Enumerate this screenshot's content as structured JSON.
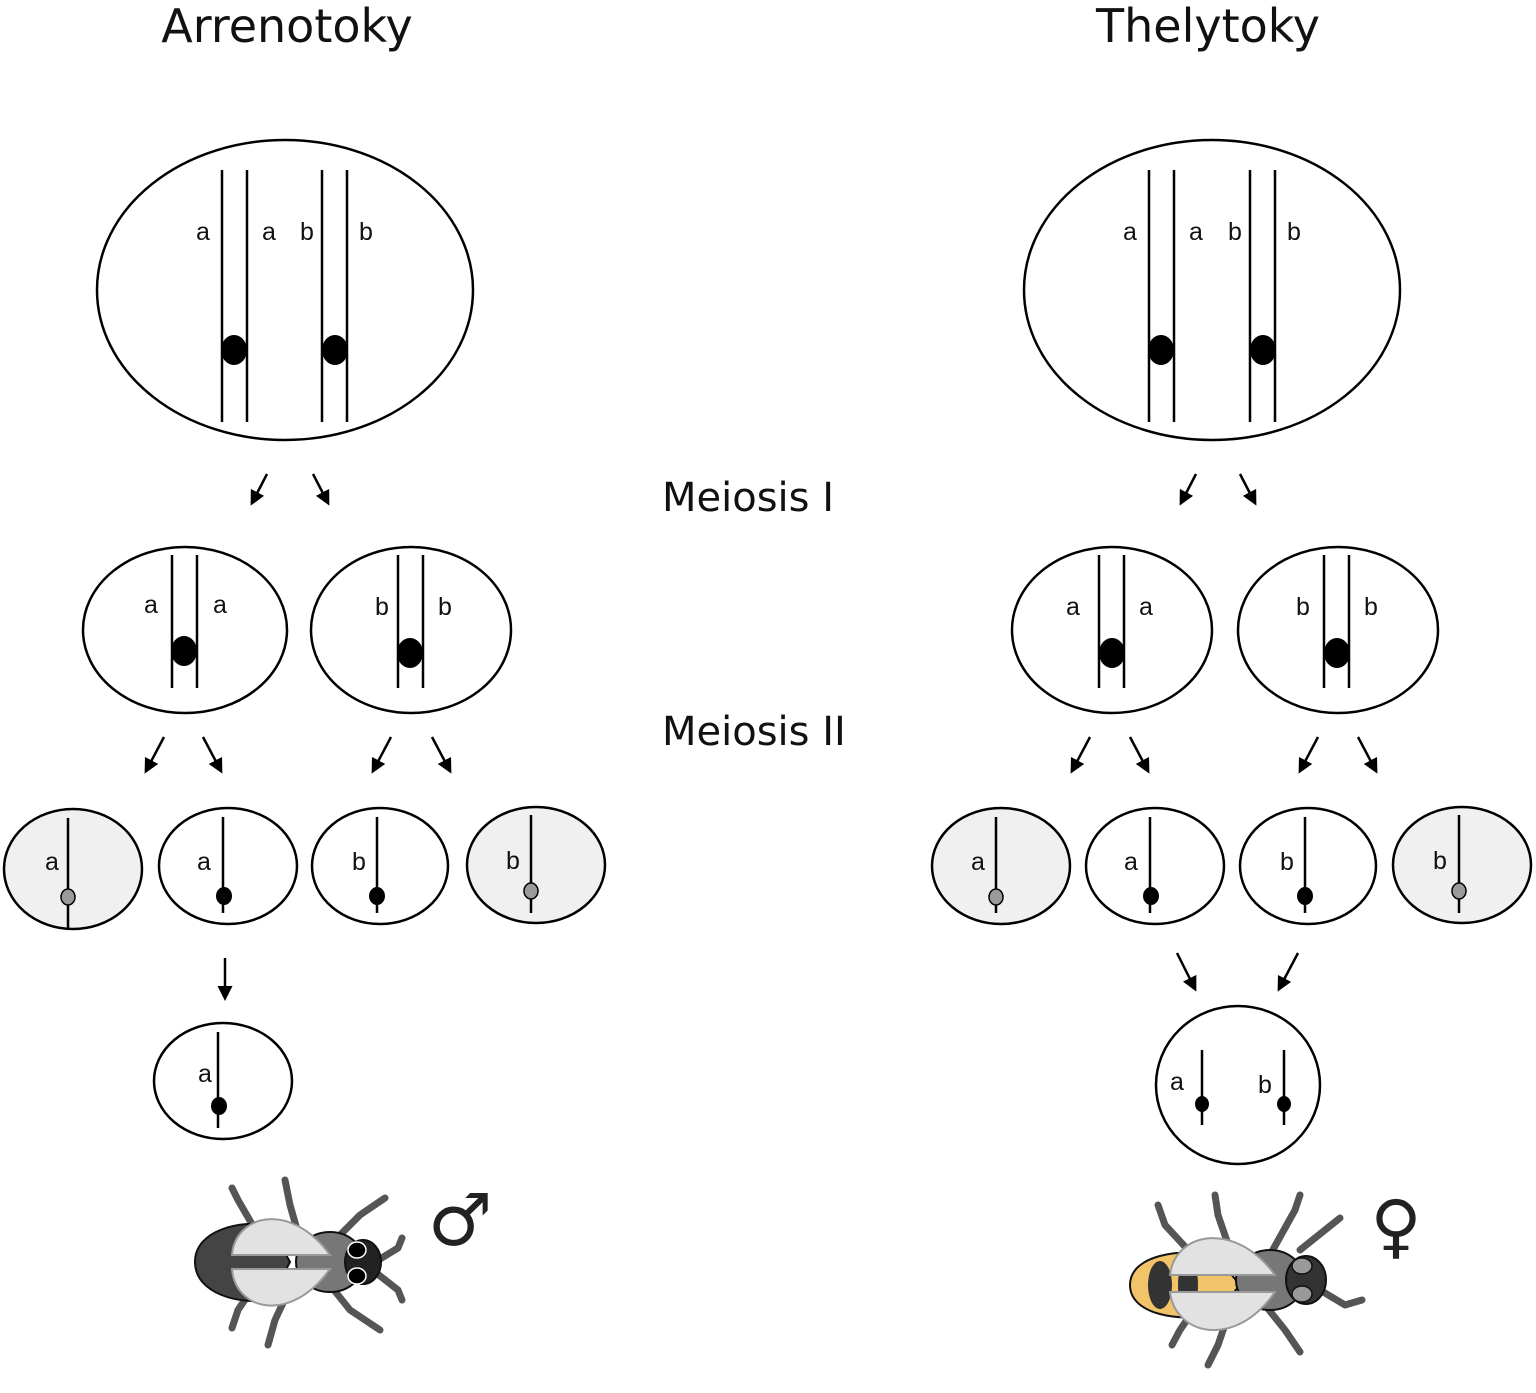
{
  "titles": {
    "left": "Arrenotoky",
    "right": "Thelytoky"
  },
  "stages": {
    "meiosis1": "Meiosis I",
    "meiosis2": "Meiosis II"
  },
  "alleles": {
    "a": "a",
    "b": "b"
  },
  "symbols": {
    "male": "♂",
    "female": "♀"
  },
  "colors": {
    "polar_body_fill": "#f0f0f0",
    "polar_centromere": "#9a9a9a",
    "male_abdomen": "#444444",
    "female_abdomen": "#f2c46a",
    "wing": "#e2e2e2",
    "leg": "#555555"
  },
  "icons": {
    "male_insect": "wasp-male-icon",
    "female_insect": "wasp-female-icon"
  }
}
